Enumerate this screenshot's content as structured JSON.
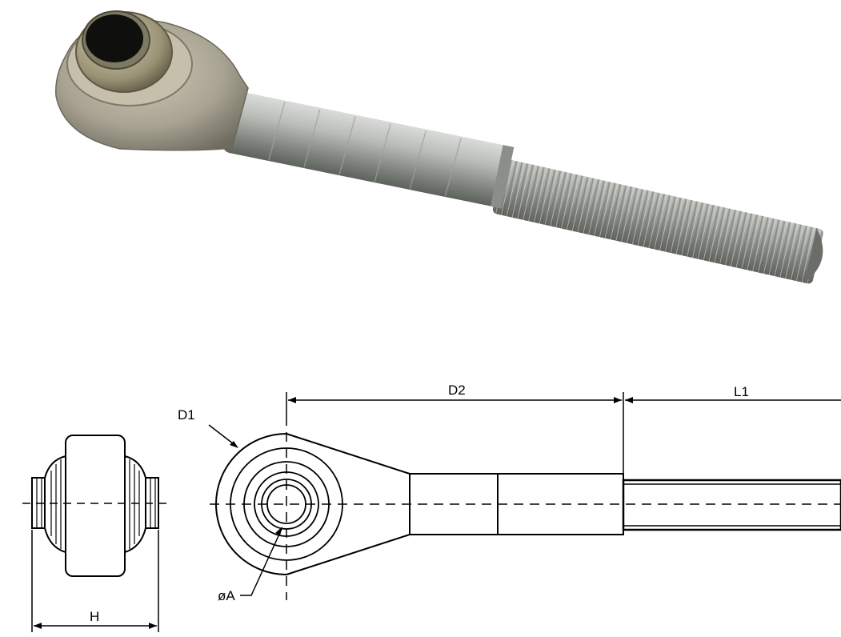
{
  "photo": {
    "name": "threaded-ball-joint-link-end"
  },
  "drawing": {
    "labels": {
      "d1": "D1",
      "d2": "D2",
      "l1": "L1",
      "h": "H",
      "bore": "øA"
    }
  }
}
